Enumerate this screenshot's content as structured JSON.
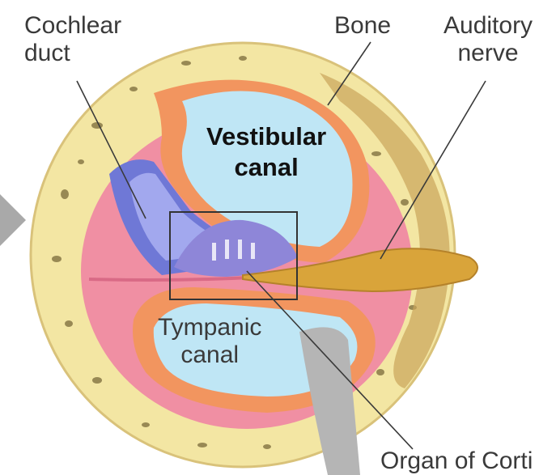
{
  "labels": {
    "cochlear_duct": [
      "Cochlear",
      "duct"
    ],
    "bone": "Bone",
    "auditory_nerve": [
      "Auditory",
      "nerve"
    ],
    "vestibular_canal": [
      "Vestibular",
      "canal"
    ],
    "tympanic_canal": [
      "Tympanic",
      "canal"
    ],
    "organ_of_corti": "Organ of Corti"
  },
  "colors": {
    "bone": "#f3e6a3",
    "bone_edge": "#c9a45a",
    "membrane": "#f08fa3",
    "canal_wall": "#f2955f",
    "fluid": "#bfe6f5",
    "duct": "#6f78d6",
    "nerve": "#d9a43a",
    "leader": "#3a3a3a"
  }
}
